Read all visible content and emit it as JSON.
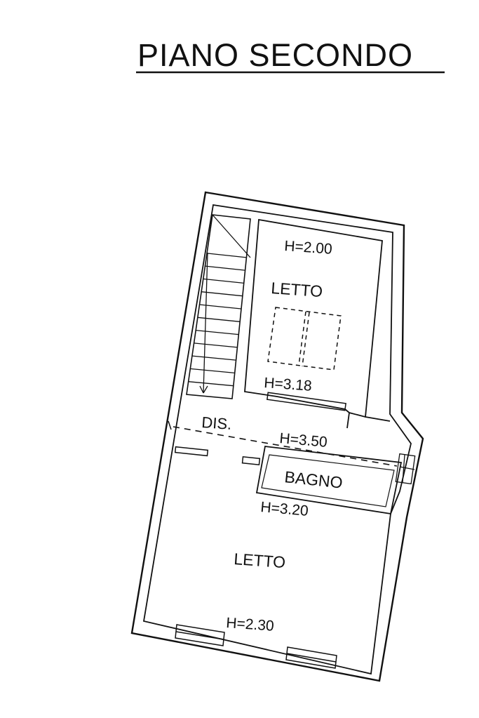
{
  "title": "PIANO SECONDO",
  "colors": {
    "ink": "#111111",
    "paper": "#ffffff"
  },
  "rooms": {
    "upper_bedroom": {
      "label": "LETTO",
      "height_top": "H=2.00",
      "height_bottom": "H=3.18"
    },
    "hallway": {
      "label": "DIS."
    },
    "bathroom": {
      "label": "BAGNO",
      "height": "H=3.50"
    },
    "lower_bedroom": {
      "label": "LETTO",
      "height_top": "H=3.20",
      "height_bottom": "H=2.30"
    }
  }
}
